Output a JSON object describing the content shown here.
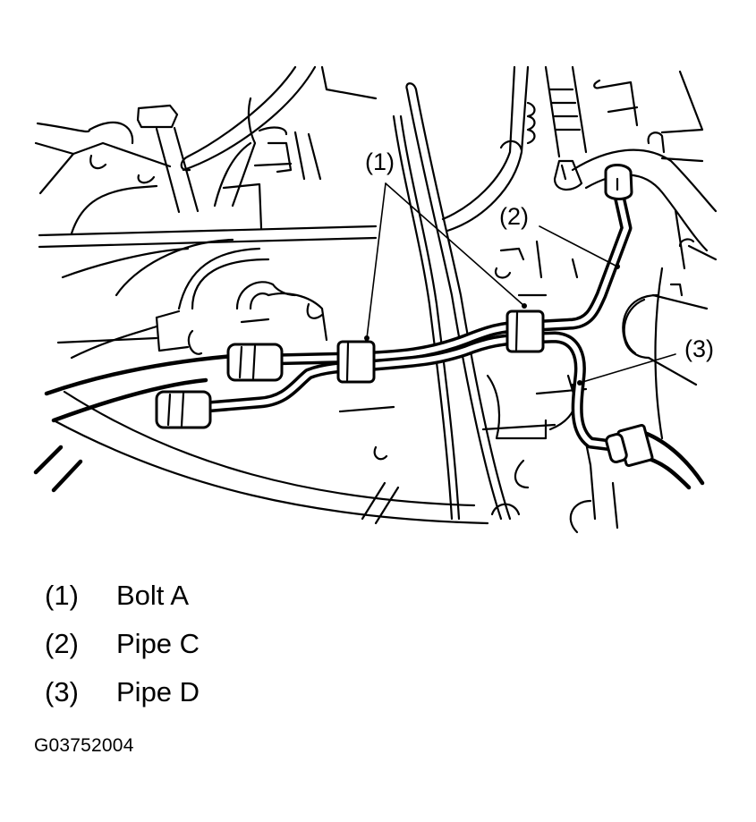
{
  "figure": {
    "type": "service-manual-line-drawing",
    "subject": "Engine compartment piping with bolts and pipes",
    "callouts": [
      {
        "id": "1",
        "label": "(1)",
        "targets": 2
      },
      {
        "id": "2",
        "label": "(2)",
        "targets": 1
      },
      {
        "id": "3",
        "label": "(3)",
        "targets": 1
      }
    ]
  },
  "legend": {
    "items": [
      {
        "number": "(1)",
        "label": "Bolt A"
      },
      {
        "number": "(2)",
        "label": "Pipe C"
      },
      {
        "number": "(3)",
        "label": "Pipe D"
      }
    ]
  },
  "figure_code": "G03752004"
}
